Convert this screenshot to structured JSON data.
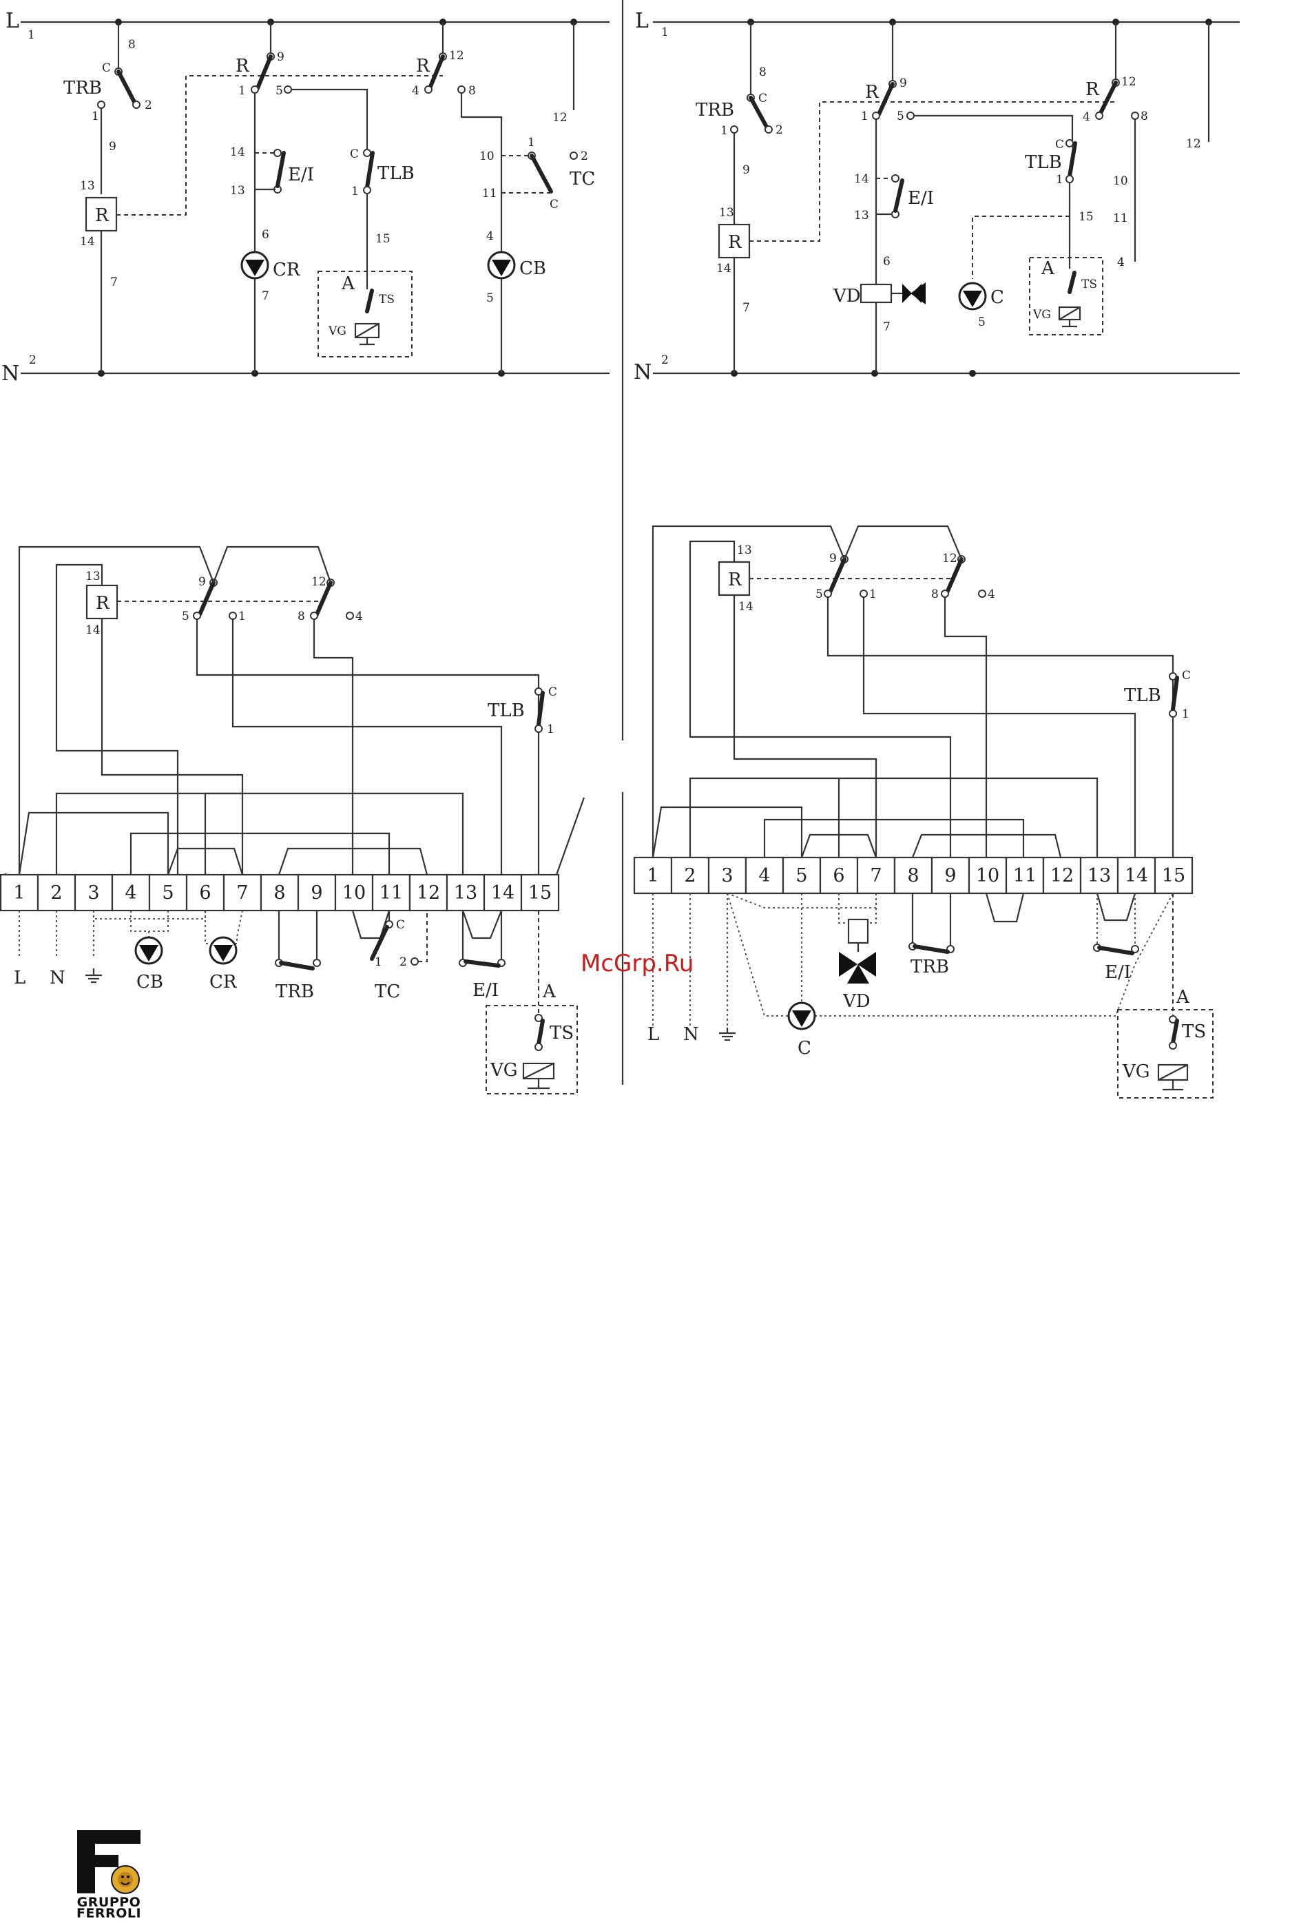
{
  "watermark": "McGrp.Ru",
  "logo": {
    "line1": "GRUPPO",
    "line2": "FERROLI",
    "mark": "F"
  },
  "schematic_left": {
    "supply": {
      "line": "L",
      "line_no": "1",
      "neutral": "N",
      "neutral_no": "2"
    },
    "components": {
      "trb": "TRB",
      "relay": "R",
      "ei": "E/I",
      "tlb": "TLB",
      "tc": "TC",
      "cr": "CR",
      "cb": "CB",
      "ts": "TS",
      "vg": "VG",
      "a": "A"
    },
    "contacts": {
      "c": "C",
      "n1": "1",
      "n2": "2",
      "n4": "4",
      "n5": "5",
      "n6": "6",
      "n7": "7",
      "n8": "8",
      "n9": "9",
      "n10": "10",
      "n11": "11",
      "n12": "12",
      "n13": "13",
      "n14": "14",
      "n15": "15"
    }
  },
  "schematic_right": {
    "supply": {
      "line": "L",
      "line_no": "1",
      "neutral": "N",
      "neutral_no": "2"
    },
    "components": {
      "trb": "TRB",
      "relay": "R",
      "ei": "E/I",
      "tlb": "TLB",
      "vd": "VD",
      "c": "C",
      "ts": "TS",
      "vg": "VG",
      "a": "A"
    },
    "contacts": {
      "c": "C",
      "n1": "1",
      "n2": "2",
      "n4": "4",
      "n5": "5",
      "n6": "6",
      "n7": "7",
      "n8": "8",
      "n9": "9",
      "n10": "10",
      "n11": "11",
      "n12": "12",
      "n13": "13",
      "n14": "14",
      "n15": "15"
    }
  },
  "wiring_left": {
    "terminals": [
      "1",
      "2",
      "3",
      "4",
      "5",
      "6",
      "7",
      "8",
      "9",
      "10",
      "11",
      "12",
      "13",
      "14",
      "15"
    ],
    "bottom_labels": {
      "l": "L",
      "n": "N",
      "cb": "CB",
      "cr": "CR",
      "trb": "TRB",
      "tc": "TC",
      "ei": "E/I",
      "ts": "TS",
      "vg": "VG",
      "a": "A",
      "tc_1": "1",
      "tc_2": "2",
      "tc_c": "C"
    },
    "top_labels": {
      "relay": "R",
      "tlb": "TLB",
      "c": "C",
      "n1": "1",
      "n4": "4",
      "n5": "5",
      "n8": "8",
      "n9": "9",
      "n12": "12",
      "n13": "13",
      "n14": "14"
    }
  },
  "wiring_right": {
    "terminals": [
      "1",
      "2",
      "3",
      "4",
      "5",
      "6",
      "7",
      "8",
      "9",
      "10",
      "11",
      "12",
      "13",
      "14",
      "15"
    ],
    "bottom_labels": {
      "l": "L",
      "n": "N",
      "c": "C",
      "vd": "VD",
      "trb": "TRB",
      "ei": "E/I",
      "ts": "TS",
      "vg": "VG",
      "a": "A"
    },
    "top_labels": {
      "relay": "R",
      "tlb": "TLB",
      "c": "C",
      "n1": "1",
      "n4": "4",
      "n5": "5",
      "n8": "8",
      "n9": "9",
      "n12": "12",
      "n13": "13",
      "n14": "14"
    }
  }
}
